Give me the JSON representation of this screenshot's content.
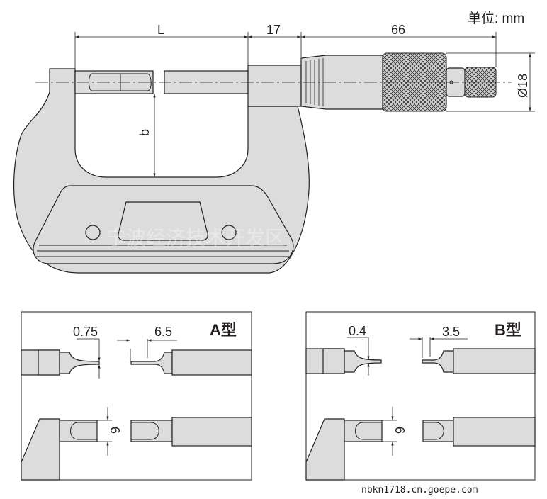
{
  "unit_label": "单位: mm",
  "dimensions": {
    "L": "L",
    "sleeve": "17",
    "thimble": "66",
    "diameter": "Ø18",
    "depth": "b"
  },
  "panel_a": {
    "title": "A型",
    "tip": "0.75",
    "length": "6.5",
    "width": "6"
  },
  "panel_b": {
    "title": "B型",
    "tip": "0.4",
    "length": "3.5",
    "width": "6"
  },
  "watermark": "宁波经济技术开发区",
  "site": "nbkn1718.cn.goepe.com"
}
